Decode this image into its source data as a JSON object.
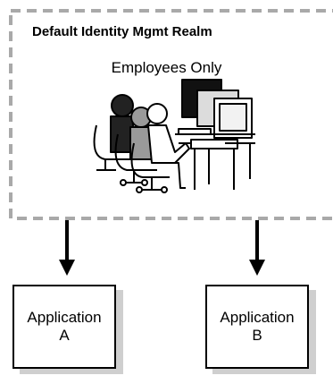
{
  "realm": {
    "title": "Default Identity Mgmt Realm",
    "subtitle": "Employees Only",
    "illustration": "employees-at-workstations"
  },
  "applications": [
    {
      "line1": "Application",
      "line2": "A"
    },
    {
      "line1": "Application",
      "line2": "B"
    }
  ],
  "colors": {
    "realm_border": "#a9a9a9",
    "box_border": "#000000",
    "shadow": "#cfcfcf"
  }
}
